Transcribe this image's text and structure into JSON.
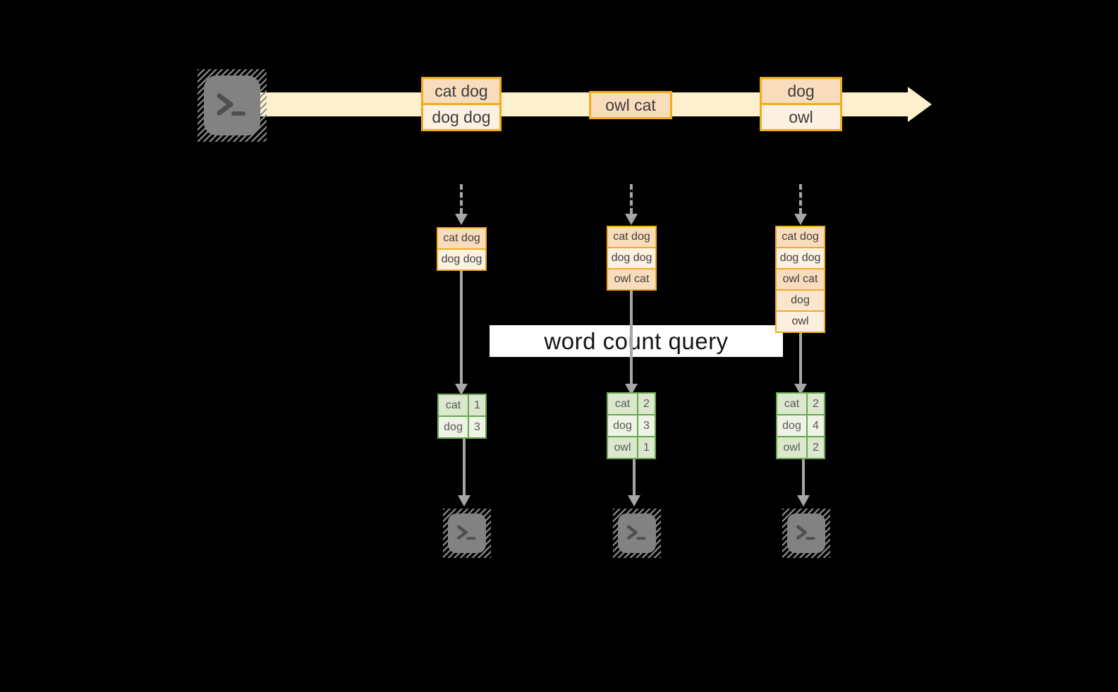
{
  "query": {
    "label": "word count query"
  },
  "icons": {
    "source": "terminal-icon",
    "sinks": [
      "terminal-icon",
      "terminal-icon",
      "terminal-icon"
    ]
  },
  "timeline": {
    "events": [
      {
        "lines": [
          "cat dog",
          "dog dog"
        ]
      },
      {
        "lines": [
          "owl cat"
        ]
      },
      {
        "lines": [
          "dog",
          "owl"
        ]
      }
    ]
  },
  "columns": [
    {
      "state_rows": [
        "cat dog",
        "dog dog"
      ],
      "result_rows": [
        {
          "word": "cat",
          "count": "1"
        },
        {
          "word": "dog",
          "count": "3"
        }
      ]
    },
    {
      "state_rows": [
        "cat dog",
        "dog dog",
        "owl cat"
      ],
      "result_rows": [
        {
          "word": "cat",
          "count": "2"
        },
        {
          "word": "dog",
          "count": "3"
        },
        {
          "word": "owl",
          "count": "1"
        }
      ]
    },
    {
      "state_rows": [
        "cat dog",
        "dog dog",
        "owl cat",
        "dog",
        "owl"
      ],
      "result_rows": [
        {
          "word": "cat",
          "count": "2"
        },
        {
          "word": "dog",
          "count": "4"
        },
        {
          "word": "owl",
          "count": "2"
        }
      ]
    }
  ],
  "colors": {
    "accent_gold": "#f0ac1d",
    "band_yellow": "#fdf0cd",
    "record_fill_dark": "#f9dcbc",
    "record_fill_light": "#fdf1e1",
    "green_border": "#69a84f",
    "green_cell_dark": "#dce8cd",
    "green_cell_light": "#eef3e5",
    "arrow_gray": "#a6a6a6",
    "terminal_gray": "#828282",
    "background": "#000000"
  }
}
